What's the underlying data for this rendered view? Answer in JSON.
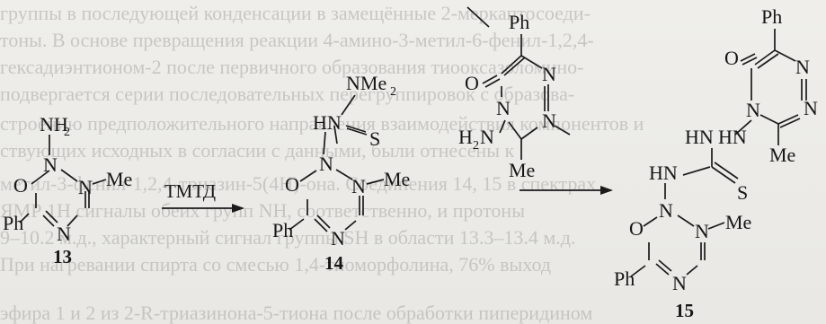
{
  "scheme": {
    "reagent": "ТМТД",
    "compounds": [
      {
        "id": "13",
        "label": "13"
      },
      {
        "id": "14",
        "label": "14"
      },
      {
        "id": "15",
        "label": "15"
      }
    ],
    "atoms": {
      "nh": "NH",
      "two": "2",
      "o": "O",
      "n": "N",
      "me": "Me",
      "ph": "Ph",
      "nme": "NMe",
      "s": "S",
      "h2n_h": "H",
      "h2n_n": "N",
      "hn": "HN"
    }
  },
  "background_text": [
    "группы в последующей конденсации в замещённые 2-меркаптосоеди-",
    "тоны. В основе превращения реакции 4-амино-3-метил-6-фенил-1,2,4-",
    "гексадиэнтионом-2 после первичного образования тиооксазоломино-",
    "подвергается серии последовательных перегруппировок с образова-",
    "строению предположительного направления взаимодействия компонентов и",
    "ствующих исходных в согласии с данными, были отнесены к",
    "метил-3-фенил-1,2,4-триазин-5(4Н)-она. Соединения 14, 15 в спектрах",
    "ЯМР 1Н сигналы обеих групп NH, соответственно, и протоны",
    "9–10.2 м.д., характерный сигнал группы SH в области 13.3–13.4 м.д.",
    "При нагревании спирта со смесью 1,4-тиоморфолина, 76% выход",
    "эфира 1 и 2 из 2-R-триазинона-5-тиона после обработки пиперидином"
  ]
}
